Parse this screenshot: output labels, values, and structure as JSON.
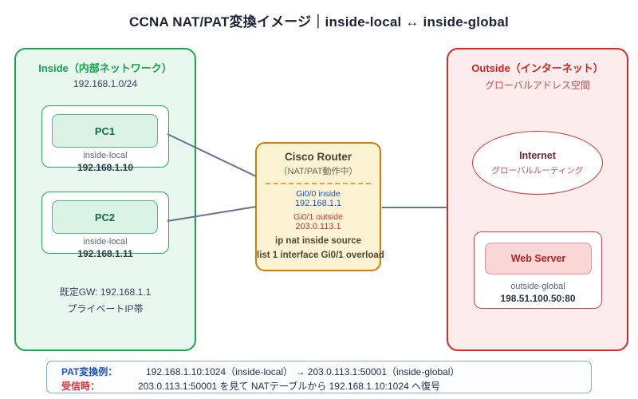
{
  "title": "CCNA NAT/PAT変換イメージ｜inside-local ↔ inside-global",
  "inside": {
    "title": "Inside（内部ネットワーク）",
    "subnet": "192.168.1.0/24",
    "nodes": [
      {
        "name": "PC1",
        "role": "inside-local",
        "ip": "192.168.1.10"
      },
      {
        "name": "PC2",
        "role": "inside-local",
        "ip": "192.168.1.11"
      }
    ],
    "gateway": "既定GW: 192.168.1.1",
    "note": "プライベートIP帯"
  },
  "router": {
    "title": "Cisco Router",
    "subtitle": "（NAT/PAT動作中）",
    "inside_if_label": "Gi0/0 inside",
    "inside_if_ip": "192.168.1.1",
    "outside_if_label": "Gi0/1 outside",
    "outside_if_ip": "203.0.113.1",
    "config_line1": "ip nat inside source",
    "config_line2": "list 1 interface Gi0/1 overload"
  },
  "outside": {
    "title": "Outside（インターネット）",
    "subtitle": "グローバルアドレス空間",
    "internet_name": "Internet",
    "internet_note": "グローバルルーティング",
    "server_name": "Web Server",
    "server_role": "outside-global",
    "server_address": "198.51.100.50:80"
  },
  "legend": {
    "row1_label": "PAT変換例：",
    "row1_text": "192.168.1.10:1024（inside-local） → 203.0.113.1:50001（inside-global）",
    "row2_label": "受信時：",
    "row2_text": "203.0.113.1:50001 を見て NATテーブルから 192.168.1.10:1024 へ復号"
  },
  "colors": {
    "inside_border": "#20a350",
    "inside_fill": "#e9f8ee",
    "outside_border": "#d42a2a",
    "outside_fill": "#fdecec",
    "router_border": "#cf7c06",
    "router_fill": "#fcf3d3",
    "link_line": "#64748b",
    "legend_border": "#8ba7e6",
    "if_inside_text": "#2050c8",
    "if_outside_text": "#d03030"
  }
}
